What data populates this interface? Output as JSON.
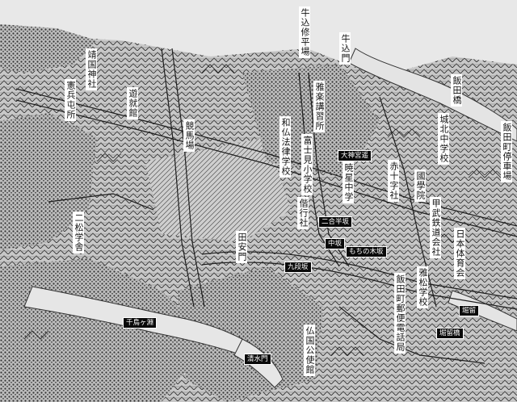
{
  "map": {
    "colors": {
      "paper": "#d9d9d9",
      "ink": "#1a1a1a",
      "label_fill": "#ffffff",
      "inverse_fill": "#0a0a0a"
    },
    "labels": {
      "ushigome_shuheijo": "牛込修平場",
      "ushigome_mon": "牛込門",
      "iidabashi": "飯田橋",
      "yasukuni_jinja": "靖国神社",
      "kenpei_shireibu": "憲兵屯所",
      "yushukan": "遊就館",
      "keibajo": "競馬場",
      "gagaku_kosho": "雅楽講習所",
      "wafutsu_hoyritsu": "和仏法律学校",
      "fujimi_shogakko": "富士見小学校",
      "daijingu_shrine": "大神宮遥",
      "gyosei_chugaku": "暁星中学",
      "sekijujisha": "赤十字社",
      "jouhoku_chugakko": "城北中学校",
      "kokugakuin": "國學院",
      "iidamachi_shuheijo": "飯田町停車場",
      "kobu_tetsudo": "甲武鉄道会社",
      "nihon_taiikukai": "日本体育会",
      "nishomatsu_gakusha": "二松学舎",
      "nigakyu": "二合半坂",
      "shinko_sha": "偕行社",
      "naka_saka": "中坂",
      "mochinoki_saka": "もちの木坂",
      "tayasu_mon": "田安門",
      "kudanzaka": "九段坂",
      "iidamachi_yubin": "飯田町郵便電話局",
      "gashomatsu_gakko": "雅松学校",
      "horidome": "堀留",
      "horidomebashi": "堀留橋",
      "chidorigafuchi": "千鳥ヶ淵",
      "shimizumon": "清水門",
      "futsukoku_koshikan": "仏国公使館"
    }
  }
}
